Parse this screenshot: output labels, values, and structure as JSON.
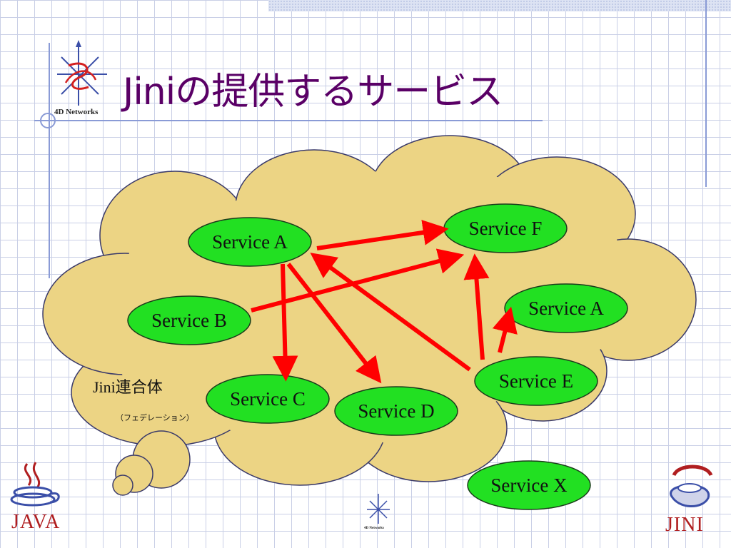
{
  "title": "Jiniの提供するサービス",
  "federation": {
    "label": "Jini連合体",
    "reading": "（フェデレーション）"
  },
  "services": [
    {
      "id": "a1",
      "label": "Service A"
    },
    {
      "id": "b",
      "label": "Service B"
    },
    {
      "id": "c",
      "label": "Service C"
    },
    {
      "id": "d",
      "label": "Service D"
    },
    {
      "id": "e",
      "label": "Service E"
    },
    {
      "id": "f",
      "label": "Service F"
    },
    {
      "id": "a2",
      "label": "Service A"
    },
    {
      "id": "x",
      "label": "Service X"
    }
  ],
  "arrows": [
    {
      "from": "a1",
      "to": "f"
    },
    {
      "from": "b",
      "to": "f"
    },
    {
      "from": "a1",
      "to": "c"
    },
    {
      "from": "a1",
      "to": "d"
    },
    {
      "from": "e",
      "to": "a1"
    },
    {
      "from": "e",
      "to": "f"
    },
    {
      "from": "e",
      "to": "a2"
    }
  ],
  "logos": {
    "networks": "4D Networks",
    "java": "JAVA",
    "jini": "JINI"
  },
  "colors": {
    "title": "#5a0066",
    "cloud_fill": "#ecd484",
    "service_fill": "#22e022",
    "arrow": "#ff0000",
    "grid": "#c9cfe6"
  }
}
